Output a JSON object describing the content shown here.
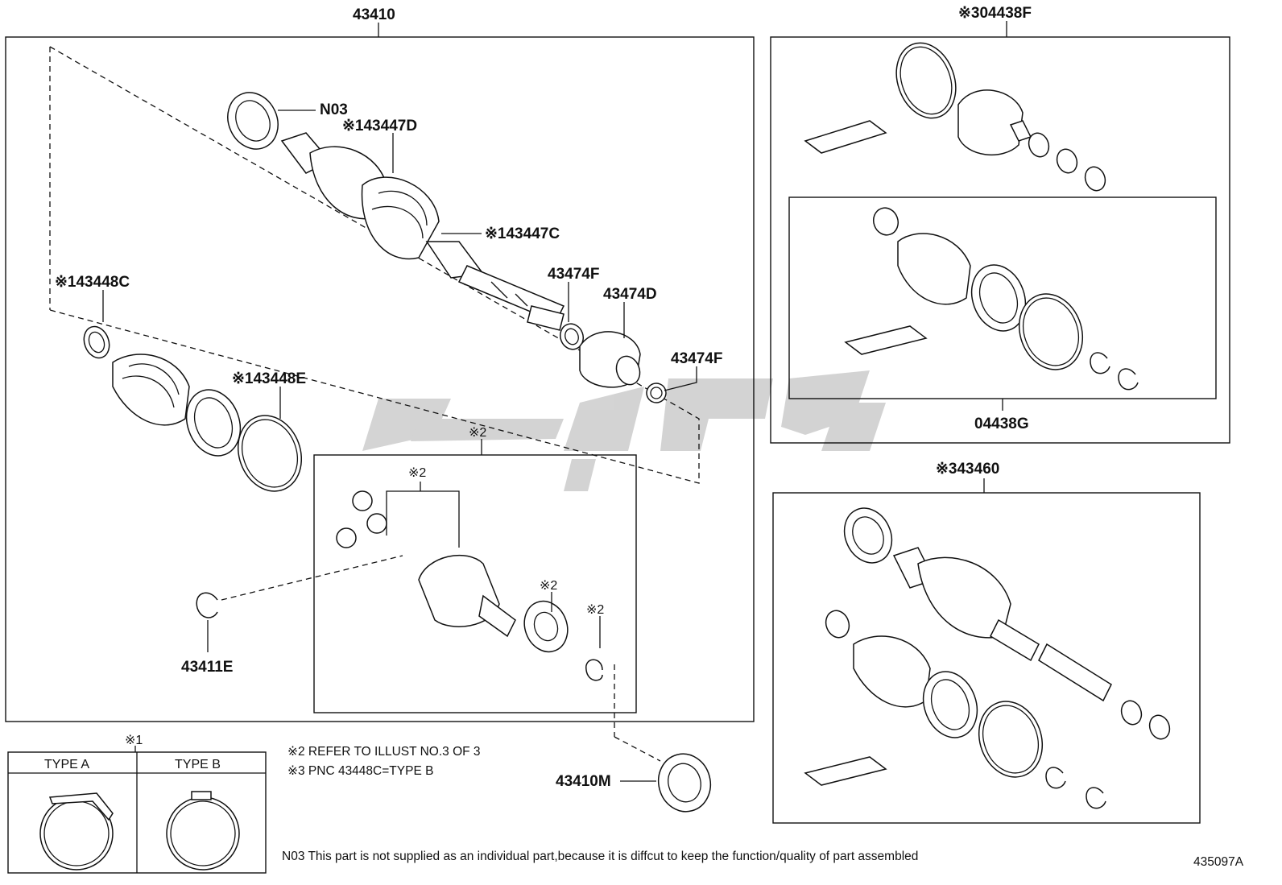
{
  "labels": {
    "main_assembly": "43410",
    "n03": "N03",
    "p43447d": "※143447D",
    "p43447c": "※143447C",
    "p43448c": "※143448C",
    "p43448e": "※143448E",
    "p43474f_top": "43474F",
    "p43474d": "43474D",
    "p43474f_right": "43474F",
    "ref2_box": "※2",
    "ref2_tripod": "※2",
    "ref2_washer": "※2",
    "ref2_clip": "※2",
    "p43411e": "43411E",
    "p43410m": "43410M",
    "kit_f": "※304438F",
    "kit_g": "04438G",
    "assy_43460": "※343460",
    "type_header": "※1",
    "type_a": "TYPE A",
    "type_b": "TYPE B",
    "diagram_id": "435097A"
  },
  "notes": {
    "note2": "※2 REFER TO ILLUST NO.3 OF 3",
    "note3": "※3 PNC 43448C=TYPE B",
    "n03_note": "N03 This part is not supplied as an  individual part,because it is diffcut to keep the function/quality of part assembled"
  },
  "colors": {
    "line": "#111111",
    "watermark": "#cfcfcf"
  }
}
